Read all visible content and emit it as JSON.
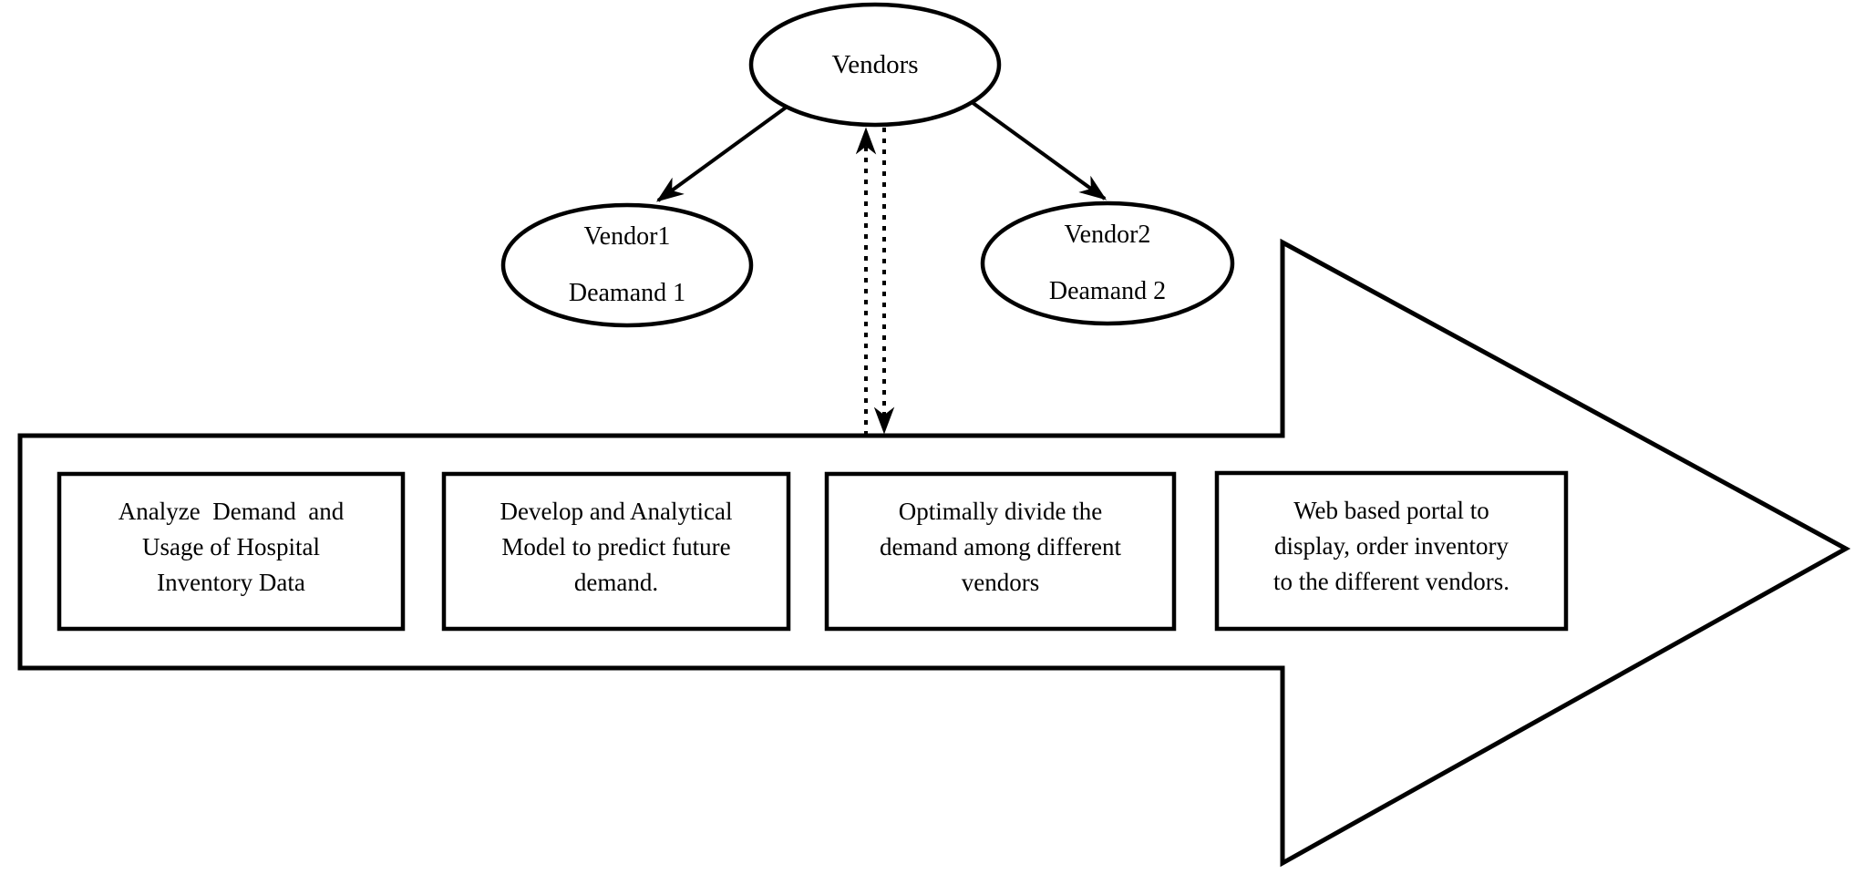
{
  "canvas": {
    "background": "#ffffff",
    "ink": "#000000"
  },
  "vendor_tree": {
    "root": {
      "label": "Vendors"
    },
    "children": [
      {
        "label": "Vendor1\nDeamand 1"
      },
      {
        "label": "Vendor2\nDeamand 2"
      }
    ]
  },
  "connections": [
    {
      "from": "Vendors",
      "to": "Vendor1 Deamand 1",
      "style": "solid-arrow"
    },
    {
      "from": "Vendors",
      "to": "Vendor2 Deamand 2",
      "style": "solid-arrow"
    },
    {
      "from": "process-arrow",
      "to": "Vendors",
      "style": "dotted-arrow-up"
    },
    {
      "from": "Vendors",
      "to": "process-arrow",
      "style": "dotted-arrow-down"
    }
  ],
  "process_arrow": {
    "direction": "right",
    "steps": [
      {
        "text": "Analyze  Demand  and\nUsage of Hospital\nInventory Data"
      },
      {
        "text": "Develop and Analytical\nModel to predict future\ndemand."
      },
      {
        "text": "Optimally divide the\ndemand among different\nvendors"
      },
      {
        "text": "Web based portal to\ndisplay, order inventory\nto the different vendors."
      }
    ]
  }
}
